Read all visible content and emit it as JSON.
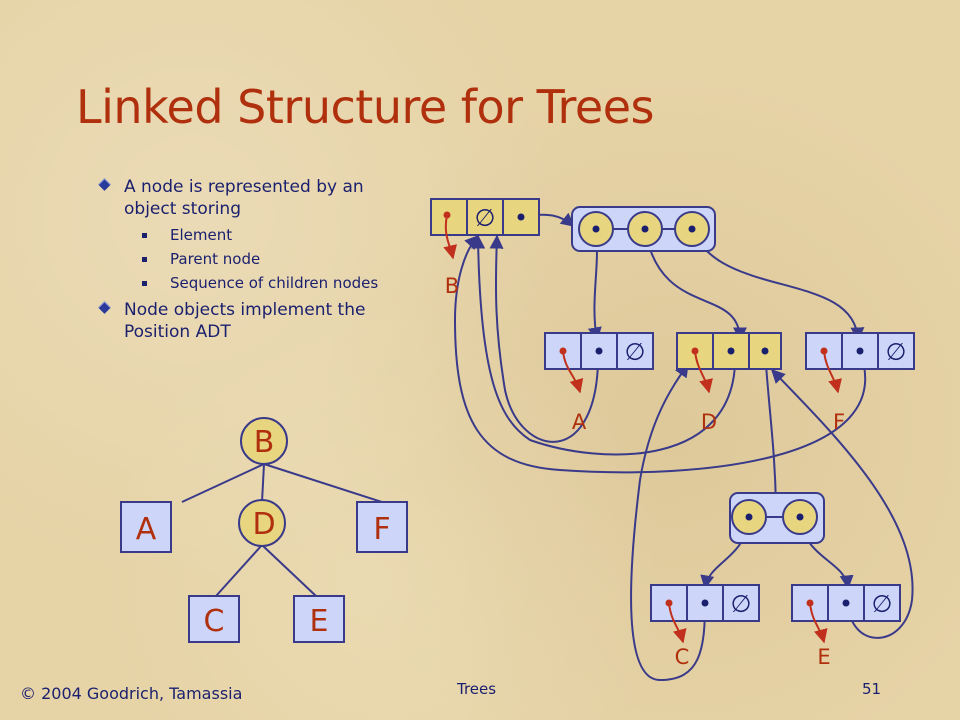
{
  "slide": {
    "title": "Linked Structure for Trees",
    "bullets": [
      {
        "text": "A node is represented by an object storing",
        "sub": [
          "Element",
          "Parent node",
          "Sequence of children nodes"
        ]
      },
      {
        "text": "Node objects implement the Position ADT",
        "sub": []
      }
    ],
    "footer": {
      "copyright": "© 2004 Goodrich, Tamassia",
      "topic": "Trees",
      "page": "51"
    }
  },
  "tree": {
    "nodes": [
      "B",
      "A",
      "D",
      "F",
      "C",
      "E"
    ],
    "edges": [
      [
        "B",
        "A"
      ],
      [
        "B",
        "D"
      ],
      [
        "B",
        "F"
      ],
      [
        "D",
        "C"
      ],
      [
        "D",
        "E"
      ]
    ]
  },
  "linked": {
    "labels": [
      "B",
      "A",
      "D",
      "F",
      "C",
      "E"
    ],
    "null_symbol": "∅"
  },
  "colors": {
    "title": "#b0300e",
    "text": "#1a1f6e",
    "tree_node_fill": "#cdd6f9",
    "root_node_fill": "#e7d57f",
    "pointer_line": "#3a3a8a",
    "element_pointer": "#c0301c",
    "label_text": "#b0300e"
  }
}
